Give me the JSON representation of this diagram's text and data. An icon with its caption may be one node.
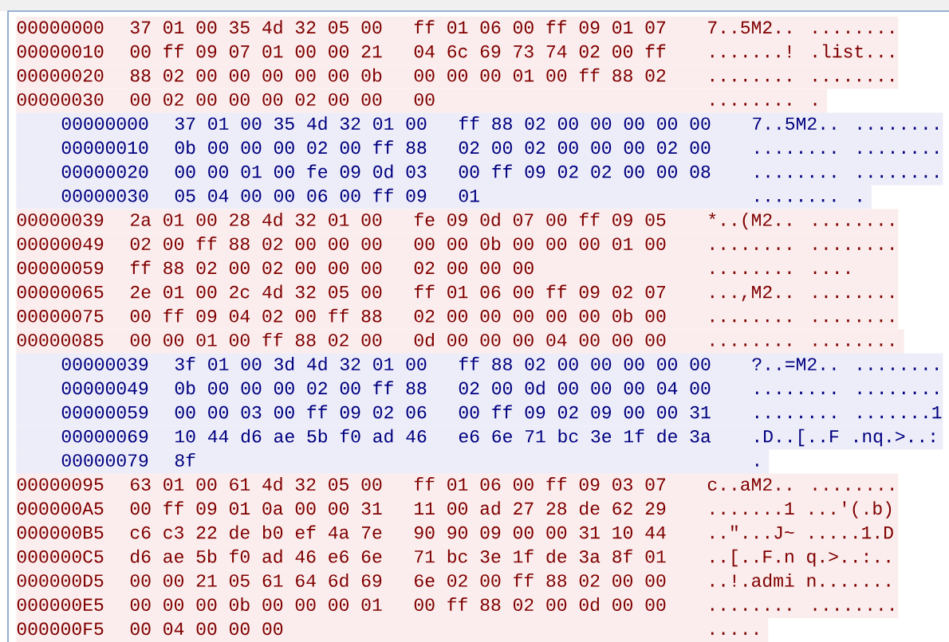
{
  "diagram": {
    "nodes": [
      {
        "text": [
          "00000000",
          "37 01 00 35 4d 32 05 00",
          "ff 01 06 00 ff 09 01 07",
          "7..5M2.. ........"
        ]
      },
      {
        "text": [
          "00000010",
          "00 ff 09 07 01 00 00 21",
          "04 6c 69 73 74 02 00 ff",
          ".......! .list..."
        ]
      },
      {
        "text": [
          "00000020",
          "88 02 00 00 00 00 00 0b",
          "00 00 00 01 00 ff 88 02",
          "........ ........"
        ]
      },
      {
        "text": [
          "00000030",
          "00 02 00 00 00 02 00 00",
          "00",
          "........ ."
        ]
      },
      {
        "text": [
          "00000000",
          "37 01 00 35 4d 32 01 00",
          "ff 88 02 00 00 00 00 00",
          "7..5M2.. ........"
        ]
      },
      {
        "text": [
          "00000010",
          "0b 00 00 00 02 00 ff 88",
          "02 00 02 00 00 00 02 00",
          "........ ........"
        ]
      },
      {
        "text": [
          "00000020",
          "00 00 01 00 fe 09 0d 03",
          "00 ff 09 02 02 00 00 08",
          "........ ........"
        ]
      },
      {
        "text": [
          "00000030",
          "05 04 00 00 06 00 ff 09",
          "01",
          "........ ."
        ]
      },
      {
        "text": [
          "00000039",
          "2a 01 00 28 4d 32 01 00",
          "fe 09 0d 07 00 ff 09 05",
          "*..(M2.. ........"
        ]
      },
      {
        "text": [
          "00000049",
          "02 00 ff 88 02 00 00 00",
          "00 00 0b 00 00 00 01 00",
          "........ ........"
        ]
      },
      {
        "text": [
          "00000059",
          "ff 88 02 00 02 00 00 00",
          "02 00 00 00",
          "........ ...."
        ]
      },
      {
        "text": [
          "00000065",
          "2e 01 00 2c 4d 32 05 00",
          "ff 01 06 00 ff 09 02 07",
          "...,M2.. ........"
        ]
      },
      {
        "text": [
          "00000075",
          "00 ff 09 04 02 00 ff 88",
          "02 00 00 00 00 00 0b 00",
          "........ ........"
        ]
      },
      {
        "text": [
          "00000085",
          "00 00 01 00 ff 88 02 00",
          "0d 00 00 00 04 00 00 00",
          "........ ........"
        ]
      },
      {
        "text": [
          "00000039",
          "3f 01 00 3d 4d 32 01 00",
          "ff 88 02 00 00 00 00 00",
          "?..=M2.. ........"
        ]
      },
      {
        "text": [
          "00000049",
          "0b 00 00 00 02 00 ff 88",
          "02 00 0d 00 00 00 04 00",
          "........ ........"
        ]
      },
      {
        "text": [
          "00000059",
          "00 00 03 00 ff 09 02 06",
          "00 ff 09 02 09 00 00 31",
          "........ .......1"
        ]
      },
      {
        "text": [
          "00000069",
          "10 44 d6 ae 5b f0 ad 46",
          "e6 6e 71 bc 3e 1f de 3a",
          ".D..[..F .nq.>..:"
        ]
      },
      {
        "text": [
          "00000079",
          "8f",
          "."
        ]
      },
      {
        "text": [
          "00000095",
          "63 01 00 61 4d 32 05 00",
          "ff 01 06 00 ff 09 03 07",
          "c..aM2.. ........"
        ]
      },
      {
        "text": [
          "000000A5",
          "00 ff 09 01 0a 00 00 31",
          "11 00 ad 27 28 de 62 29",
          ".......1 ...'(.b)"
        ]
      },
      {
        "text": [
          "000000B5",
          "c6 c3 22 de b0 ef 4a 7e",
          "90 90 09 00 00 31 10 44",
          "..\"...J~ .....1.D"
        ]
      },
      {
        "text": [
          "000000C5",
          "d6 ae 5b f0 ad 46 e6 6e",
          "71 bc 3e 1f de 3a 8f 01",
          "..[..F.n q.>..:.."
        ]
      },
      {
        "text": [
          "000000D5",
          "00 00 21 05 61 64 6d 69",
          "6e 02 00 ff 88 02 00 00",
          "..!.admi n......."
        ]
      },
      {
        "text": [
          "000000E5",
          "00 00 00 0b 00 00 00 01",
          "00 ff 88 02 00 0d 00 00",
          "........ ........"
        ]
      },
      {
        "text": [
          "000000F5",
          "00 04 00 00 00",
          "....."
        ]
      }
    ]
  }
}
